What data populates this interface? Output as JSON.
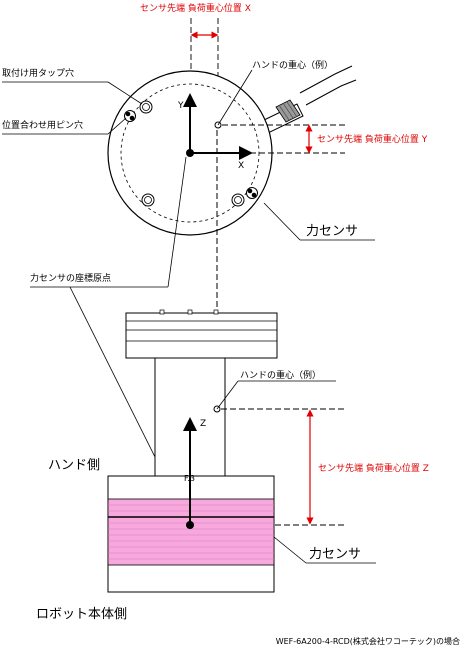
{
  "labels": {
    "sensor_x": "センサ先端 負荷重心位置 X",
    "sensor_y": "センサ先端 負荷重心位置 Y",
    "sensor_z": "センサ先端 負荷重心位置 Z",
    "tap_hole": "取付け用タップ穴",
    "pin_hole": "位置合わせ用ピン穴",
    "hand_cg_top": "ハンドの重心（例）",
    "hand_cg_side": "ハンドの重心（例）",
    "force_sensor_top": "力センサ",
    "force_sensor_side": "力センサ",
    "origin": "力センサの座標原点",
    "hand_side": "ハンド側",
    "robot_side": "ロボット本体側",
    "axis_x": "X",
    "axis_y": "Y",
    "axis_z": "Z",
    "caption": "WEF-6A200-4-RCD(株式会社ワコーテック)の場合"
  },
  "colors": {
    "accent_red": "#e00000",
    "sensor_band": "#f7a8dc"
  }
}
